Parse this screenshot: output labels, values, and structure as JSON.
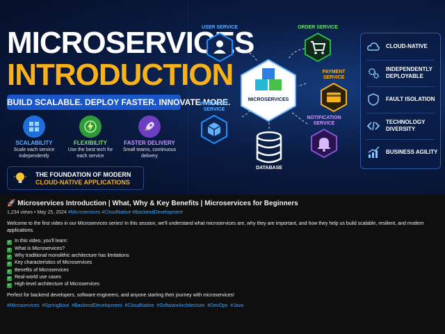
{
  "thumbnail": {
    "title_line1": "MICROSERVICES",
    "title_line2": "INTRODUCTION",
    "tagline": "BUILD SCALABLE. DEPLOY FASTER. INNOVATE MORE.",
    "features": [
      {
        "title": "SCALABILITY",
        "desc": "Scale each service independently",
        "icon": "cubes-icon",
        "color": "#1e6fd9"
      },
      {
        "title": "FLEXIBILITY",
        "desc": "Use the best tech for each service",
        "icon": "lightning-icon",
        "color": "#2e9a3a"
      },
      {
        "title": "FASTER DELIVERY",
        "desc": "Small teams, continuous delivery",
        "icon": "rocket-icon",
        "color": "#6b3fc0"
      }
    ],
    "foundation_line1": "THE FOUNDATION OF MODERN",
    "foundation_line2": "CLOUD-NATIVE APPLICATIONS",
    "center_label": "MICROSERVICES",
    "database_label": "DATABASE",
    "services": {
      "user": "USER SERVICE",
      "order": "ORDER SERVICE",
      "payment": "PAYMENT SERVICE",
      "inventory": "INVENTORY SERVICE",
      "notification": "NOTIFICATION SERVICE"
    },
    "benefits": [
      "CLOUD-NATIVE",
      "INDEPENDENTLY DEPLOYABLE",
      "FAULT ISOLATION",
      "TECHNOLOGY DIVERSITY",
      "BUSINESS AGILITY"
    ],
    "colors": {
      "accent_yellow": "#f7b21b",
      "accent_blue": "#1856c9",
      "user": "#1e90ff",
      "order": "#2eb84a",
      "payment": "#f7b21b",
      "inventory": "#1e90ff",
      "notification": "#8a4fd8"
    }
  },
  "video": {
    "title": "Microservices Introduction | What, Why & Key Benefits | Microservices for Beginners",
    "views": "1,234 views",
    "date": "May 25, 2024",
    "meta_tags": [
      "#Microservices",
      "#CloudNative",
      "#BackendDevelopment"
    ],
    "description": "Welcome to the first video in our Microservices series! In this session, we'll understand what microservices are, why they are important, and how they help us build scalable, resilient, and modern applications.",
    "learn_heading": "In this video, you'll learn:",
    "learn_items": [
      "What is Microservices?",
      "Why traditional monolithic architecture has limitations",
      "Key characteristics of Microservices",
      "Benefits of Microservices",
      "Real-world use cases",
      "High-level architecture of Microservices"
    ],
    "audience": "Perfect for backend developers, software engineers, and anyone starting their journey with microservices!",
    "hashtags": [
      "#Microservices",
      "#SpringBoot",
      "#BackendDevelopment",
      "#CloudNative",
      "#SoftwareArchitecture",
      "#DevOps",
      "#Java"
    ]
  }
}
